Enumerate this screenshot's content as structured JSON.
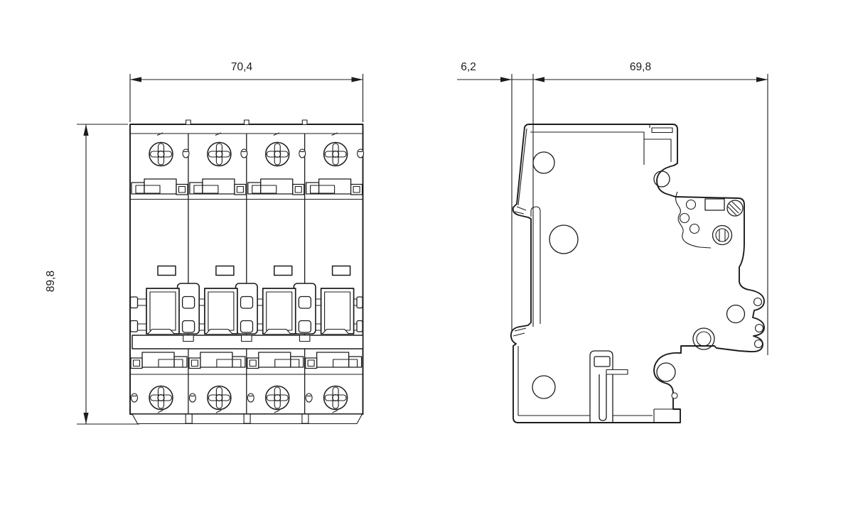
{
  "drawing": {
    "front": {
      "width": "70,4",
      "height": "89,8"
    },
    "side": {
      "din_offset": "6,2",
      "depth": "69,8"
    }
  }
}
